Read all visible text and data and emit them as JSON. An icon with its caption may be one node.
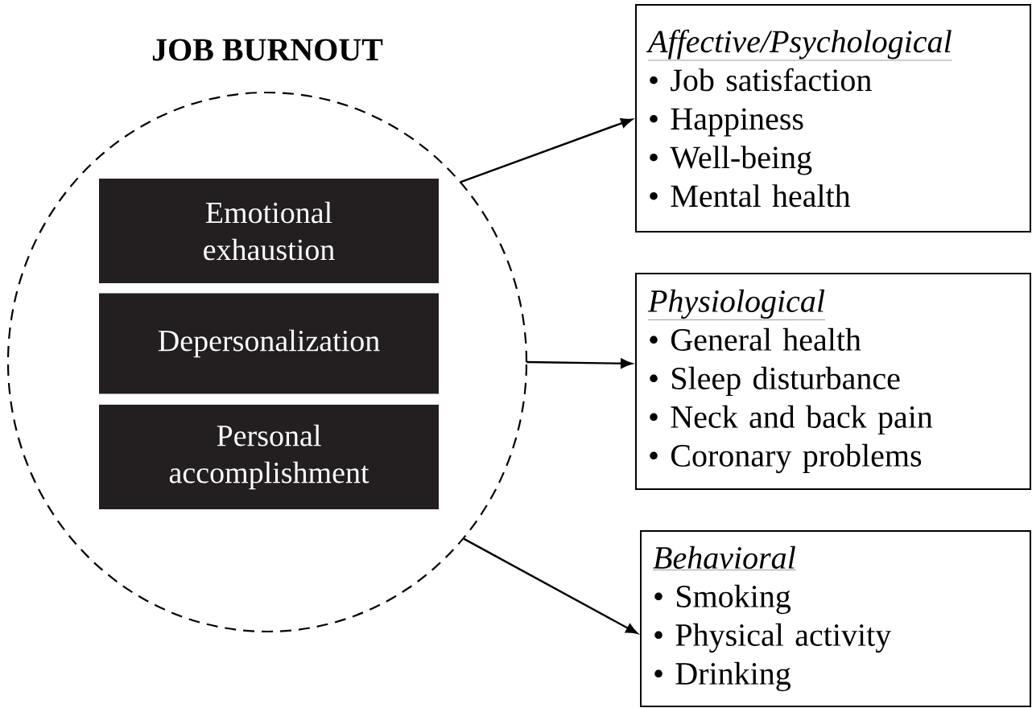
{
  "diagram": {
    "nodes": [
      {
        "text": [
          "JOB BURNOUT"
        ]
      },
      {
        "text": [
          "Emotional exhaustion"
        ],
        "in": 0
      },
      {
        "text": [
          "Depersonalization"
        ],
        "in": 0
      },
      {
        "text": [
          "Personal accomplishment"
        ],
        "in": 0
      },
      {
        "text": [
          "Affective/Psychological",
          "• Job satisfaction",
          "• Happiness",
          "• Well-being",
          "• Mental health"
        ]
      },
      {
        "text": [
          "Physiological",
          "• General health",
          "• Sleep disturbance",
          "• Neck and back pain",
          "• Coronary problems"
        ]
      },
      {
        "text": [
          "Behavioral",
          "• Smoking",
          "• Physical activity",
          "• Drinking"
        ]
      }
    ],
    "edges": [
      {
        "from": 0,
        "to": 4,
        "arrow": "to"
      },
      {
        "from": 0,
        "to": 5,
        "arrow": "to"
      },
      {
        "from": 0,
        "to": 6,
        "arrow": "to"
      }
    ]
  }
}
